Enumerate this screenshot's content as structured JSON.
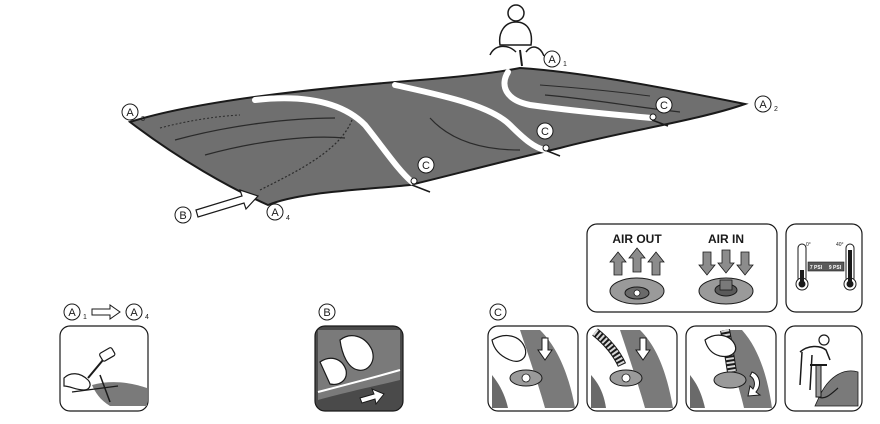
{
  "colors": {
    "ink": "#1a1a1a",
    "tarp": "#6f6f6f",
    "tarp_dark": "#5a5a5a",
    "panel_bg": "#ffffff",
    "photo_gray": "#7a7a7a",
    "photo_dark": "#4a4a4a",
    "valve_gray": "#9a9a9a",
    "arrow_gray": "#8c8c8c"
  },
  "labels": {
    "anchor": "A",
    "sub_1": "1",
    "sub_2": "2",
    "sub_3": "3",
    "sub_4": "4",
    "start_point": "B",
    "valve": "C"
  },
  "steps": {
    "step_a_from": "A",
    "step_a_from_sub": "1",
    "step_a_to": "A",
    "step_a_to_sub": "4",
    "step_b": "B",
    "step_c": "C"
  },
  "valve_panel": {
    "air_out": "AIR OUT",
    "air_in": "AIR IN"
  },
  "gauge": {
    "min_label": "0°",
    "max_label": "40°",
    "low_psi": "7 PSI",
    "high_psi": "9 PSI"
  },
  "icons": [
    "kneeling-person-icon",
    "hammer-icon",
    "hand-icon",
    "arrow-icon",
    "valve-icon",
    "thermometer-icon",
    "pump-icon"
  ]
}
